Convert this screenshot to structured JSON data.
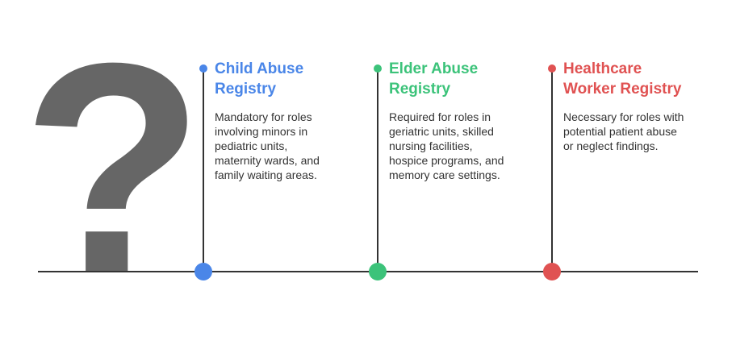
{
  "colors": {
    "line": "#333333",
    "question_mark": "#666666",
    "child": "#4a86e8",
    "elder": "#3cc37a",
    "healthcare": "#e05252"
  },
  "icon": {
    "name": "question-mark-icon",
    "glyph": "?"
  },
  "items": [
    {
      "title_line1": "Child Abuse",
      "title_line2": "Registry",
      "description": [
        "Mandatory for roles",
        "involving minors in",
        "pediatric units,",
        "maternity wards, and",
        "family waiting areas."
      ],
      "color": "#4a86e8"
    },
    {
      "title_line1": "Elder Abuse",
      "title_line2": "Registry",
      "description": [
        "Required for roles in",
        "geriatric units, skilled",
        "nursing facilities,",
        "hospice programs, and",
        "memory care settings."
      ],
      "color": "#3cc37a"
    },
    {
      "title_line1": "Healthcare",
      "title_line2": "Worker Registry",
      "description": [
        "Necessary for roles with",
        "potential patient abuse",
        "or neglect findings."
      ],
      "color": "#e05252"
    }
  ]
}
